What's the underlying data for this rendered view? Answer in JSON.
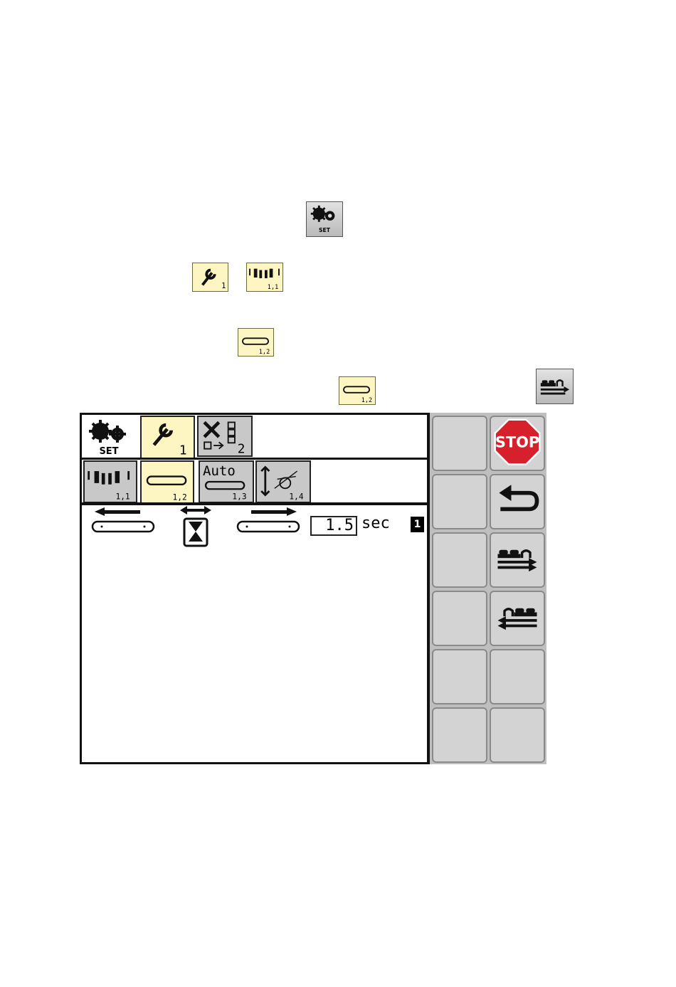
{
  "inline_icons": {
    "set_button": {
      "label": "SET",
      "icon": "gears-icon"
    },
    "tools_tab": {
      "label": "1",
      "icon": "wrench-icon"
    },
    "bed_tab": {
      "label": "1,1",
      "icon": "bed-icon"
    },
    "conveyor_tab_a": {
      "label": "1,2",
      "icon": "conveyor-icon"
    },
    "conveyor_tab_b": {
      "label": "1,2",
      "icon": "conveyor-icon"
    },
    "feed_forward": {
      "icon": "feed-forward-icon"
    }
  },
  "terminal": {
    "top_tabs": [
      {
        "label": "SET",
        "icon": "gears-icon"
      },
      {
        "label": "1",
        "icon": "wrench-icon"
      },
      {
        "label": "2",
        "icon": "hammer-icon"
      }
    ],
    "sub_tabs": [
      {
        "label": "1,1",
        "icon": "bed-icon"
      },
      {
        "label": "1,2",
        "icon": "conveyor-icon"
      },
      {
        "title": "Auto",
        "label": "1,3",
        "icon": "conveyor-icon"
      },
      {
        "label": "1,4",
        "icon": "beater-icon"
      }
    ],
    "setting": {
      "value": "1.5",
      "unit": "sec",
      "index": "1"
    },
    "softkeys": {
      "stop": "STOP",
      "icons": [
        "stop-sign-icon",
        "return-arrow-icon",
        "feed-forward-icon",
        "feed-reverse-icon"
      ]
    }
  },
  "colors": {
    "active_tab": "#fdf6c3",
    "inactive_tab": "#c8c8c8",
    "softkey": "#d3d3d3",
    "stop_red": "#d6202b"
  }
}
